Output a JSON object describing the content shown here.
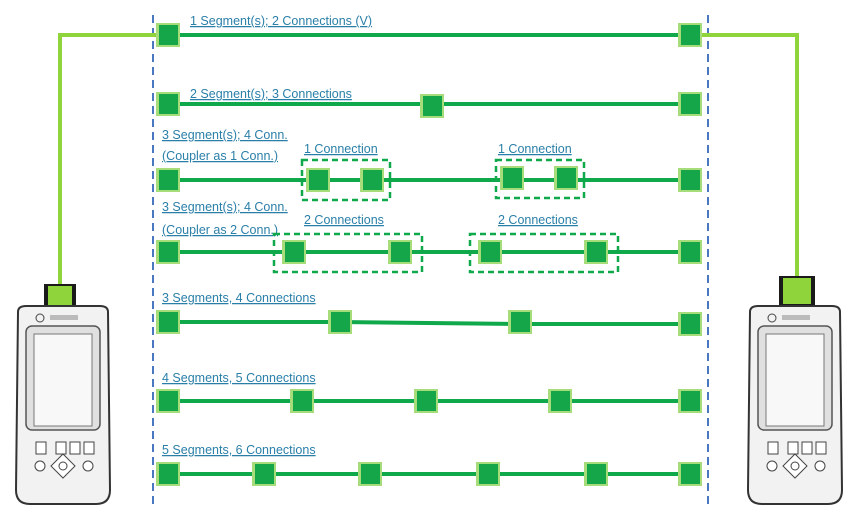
{
  "rows": [
    {
      "label": "1 Segment(s); 2 Connections (V)",
      "label2": "",
      "group_labels": []
    },
    {
      "label": "2 Segment(s); 3 Connections",
      "label2": "",
      "group_labels": []
    },
    {
      "label": "3 Segment(s); 4 Conn.",
      "label2": "(Coupler as 1 Conn.)",
      "group_labels": [
        "1 Connection",
        "1 Connection"
      ]
    },
    {
      "label": "3 Segment(s); 4 Conn.",
      "label2": "(Coupler as 2 Conn.)",
      "group_labels": [
        "2 Connections",
        "2 Connections"
      ]
    },
    {
      "label": "3 Segments, 4 Connections",
      "label2": "",
      "group_labels": []
    },
    {
      "label": "4 Segments, 5 Connections",
      "label2": "",
      "group_labels": []
    },
    {
      "label": "5 Segments, 6 Connections",
      "label2": "",
      "group_labels": []
    }
  ],
  "colors": {
    "fiber": "#0fa84a",
    "connector_fill": "#16a64a",
    "connector_edge": "#a6dc7a",
    "cable": "#8fd43a",
    "boundary": "#4a78c0",
    "label": "#2a7fa8",
    "device_body": "#f2f2f2",
    "device_outline": "#333333"
  },
  "icons": {
    "left_device": "handheld-tester-icon",
    "right_device": "handheld-tester-icon"
  }
}
